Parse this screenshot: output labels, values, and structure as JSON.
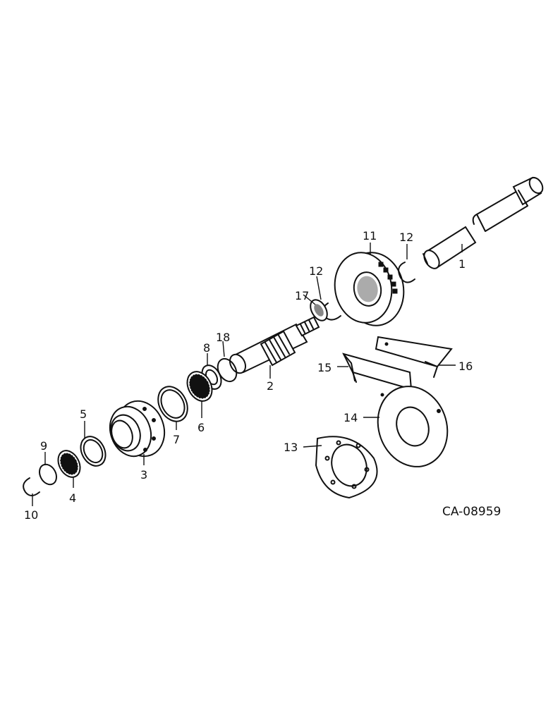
{
  "drawing_ref": "CA-08959",
  "callouts": {
    "c1": "1",
    "c2": "2",
    "c3": "3",
    "c4": "4",
    "c5": "5",
    "c6": "6",
    "c7": "7",
    "c8": "8",
    "c9": "9",
    "c10": "10",
    "c11": "11",
    "c12a": "12",
    "c12b": "12",
    "c13": "13",
    "c14": "14",
    "c15": "15",
    "c16": "16",
    "c17": "17",
    "c18": "18"
  }
}
